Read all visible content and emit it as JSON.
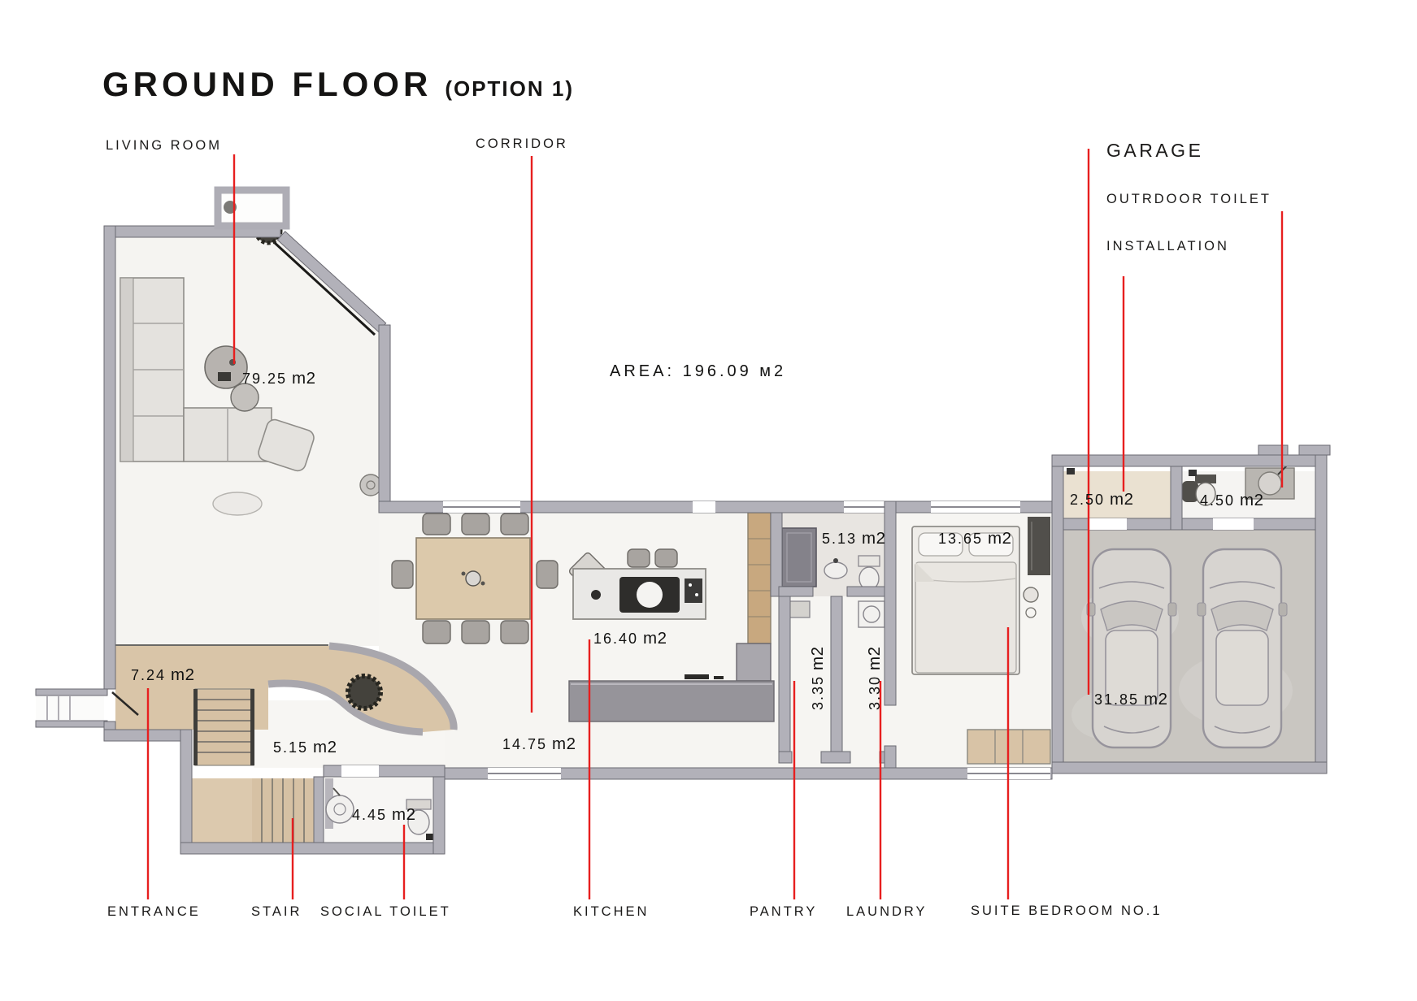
{
  "title": {
    "main": "GROUND FLOOR",
    "option": "(OPTION 1)"
  },
  "summary": {
    "area": "AREA: 196.09 м2"
  },
  "units": {
    "m2": "m2"
  },
  "labels": {
    "living_room": "LIVING ROOM",
    "corridor": "CORRIDOR",
    "garage": "GARAGE",
    "outrdoor_toilet": "OUTRDOOR TOILET",
    "installation": "INSTALLATION",
    "entrance": "ENTRANCE",
    "stair": "STAIR",
    "social_toilet": "SOCIAL TOILET",
    "kitchen": "KITCHEN",
    "pantry": "PANTRY",
    "laundry": "LAUNDRY",
    "suite_bedroom": "SUITE BEDROOM NO.1"
  },
  "areas": {
    "living_room": "79.25",
    "installation": "2.50",
    "outdoor_toilet": "4.50",
    "bathroom": "5.13",
    "suite_bedroom": "13.65",
    "kitchen": "16.40",
    "entrance_hall": "7.24",
    "garage": "31.85",
    "corridor": "14.75",
    "hall": "5.15",
    "social_toilet": "4.45",
    "pantry": "3.35",
    "laundry": "3.30"
  }
}
